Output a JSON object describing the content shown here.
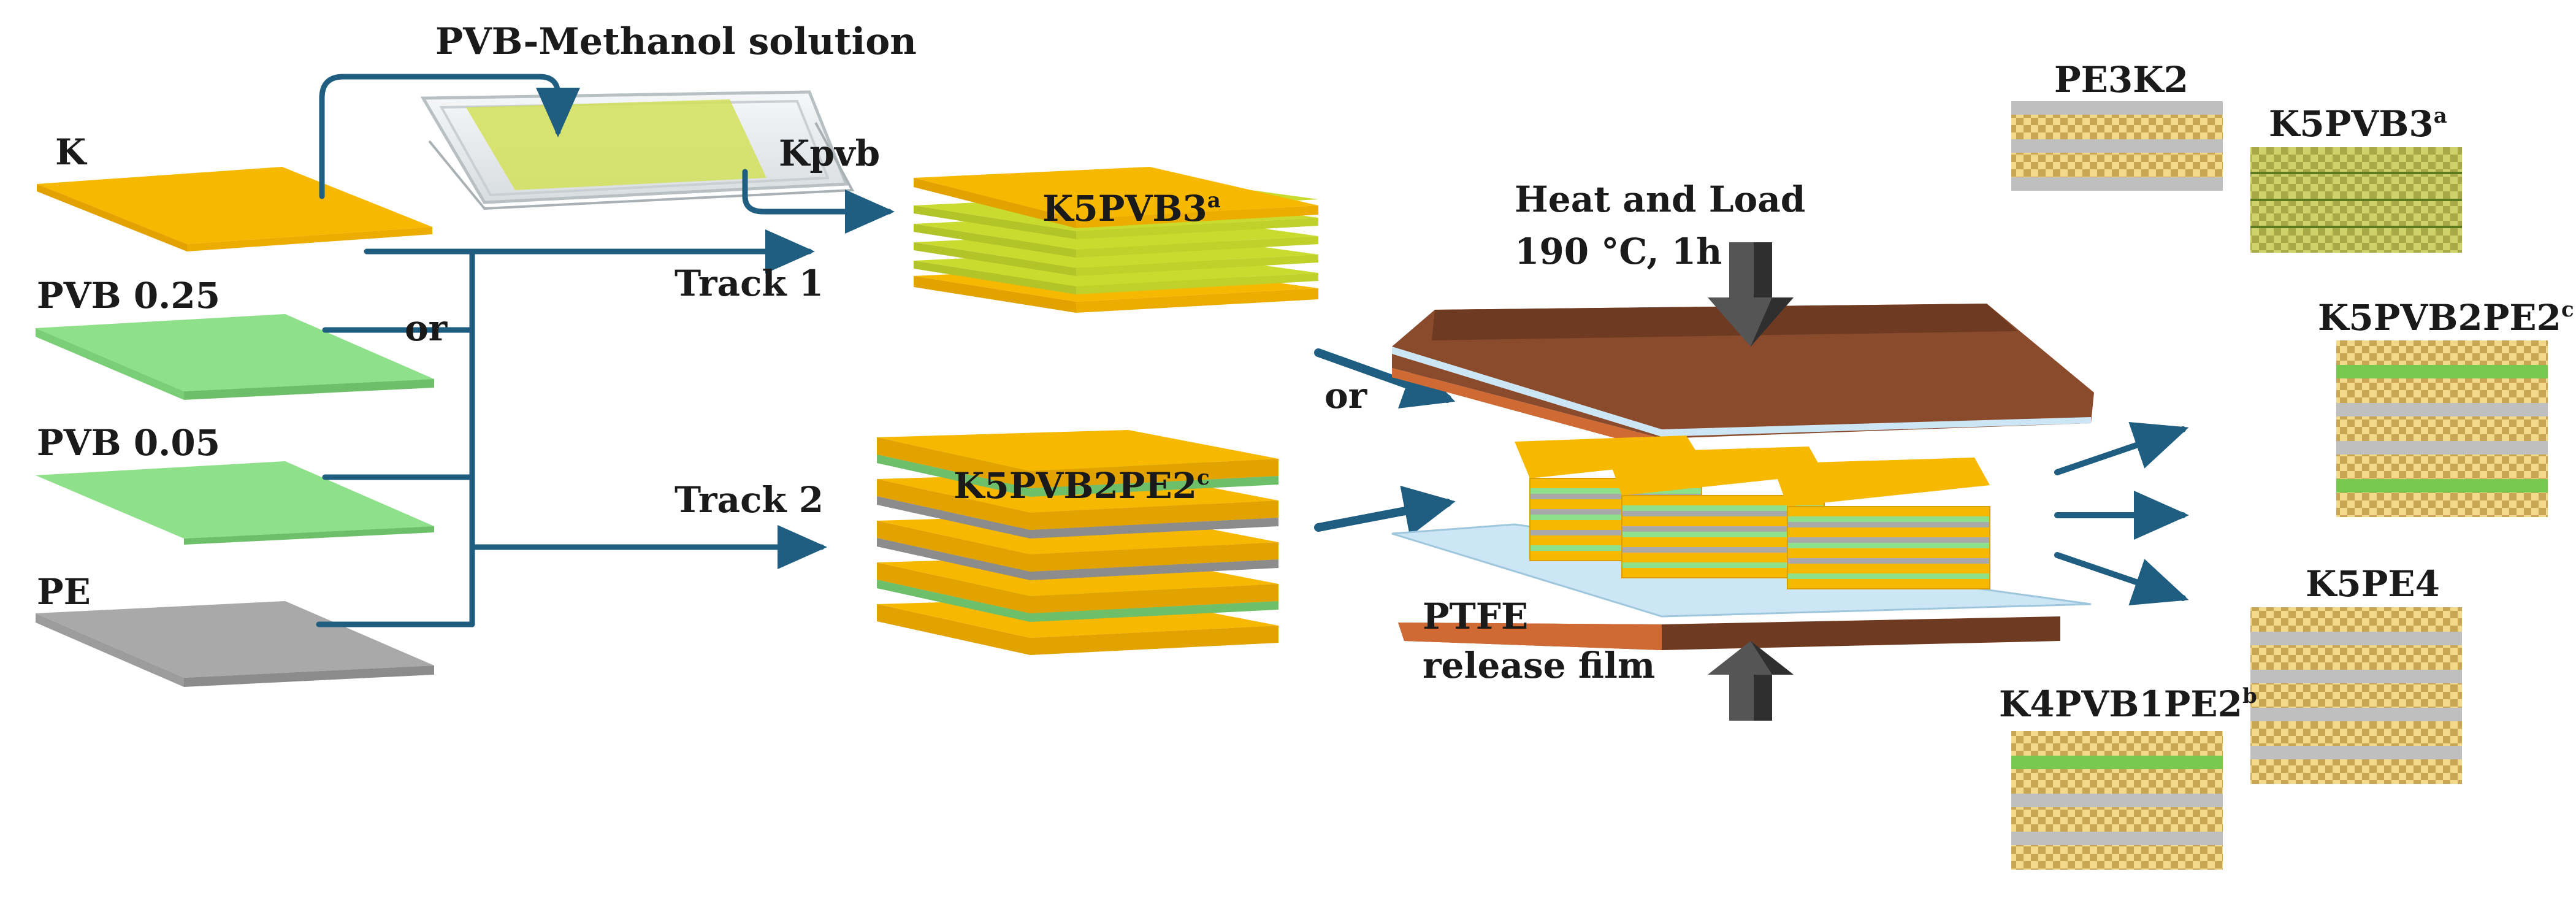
{
  "title": "PVB-Methanol solution",
  "colors": {
    "kevlar": "#F7B800",
    "kevlar_side": "#E9A800",
    "pvb": "#8EE08A",
    "pvb_side": "#6DBF6A",
    "pvb_coated": "#C9DB2E",
    "pe": "#A9A9A9",
    "pe_side": "#8C8C8C",
    "arrow": "#1F5E80",
    "press_top": "#8A4B2D",
    "press_side": "#D06A35",
    "press_arrow": "#4A4A4A",
    "ptfe": "#CDE6F5"
  },
  "materials": {
    "k": "K",
    "pvb025": "PVB 0.25",
    "pvb005": "PVB 0.05",
    "pe": "PE",
    "or": "or"
  },
  "process": {
    "kpvb": "Kpvb",
    "track1": "Track 1",
    "track2": "Track 2",
    "or2": "or",
    "heat_load": "Heat and Load",
    "conditions": "190 °C, 1h",
    "ptfe_line1": "PTFE",
    "ptfe_line2": "release film"
  },
  "stacks": {
    "track1_label": "K5PVB3",
    "track1_sup": "a",
    "track2_label": "K5PVB2PE2",
    "track2_sup": "c"
  },
  "results": [
    {
      "label": "PE3K2",
      "sup": ""
    },
    {
      "label": "K5PVB3",
      "sup": "a"
    },
    {
      "label": "K5PVB2PE2",
      "sup": "c"
    },
    {
      "label": "K5PE4",
      "sup": ""
    },
    {
      "label": "K4PVB1PE2",
      "sup": "b"
    }
  ]
}
